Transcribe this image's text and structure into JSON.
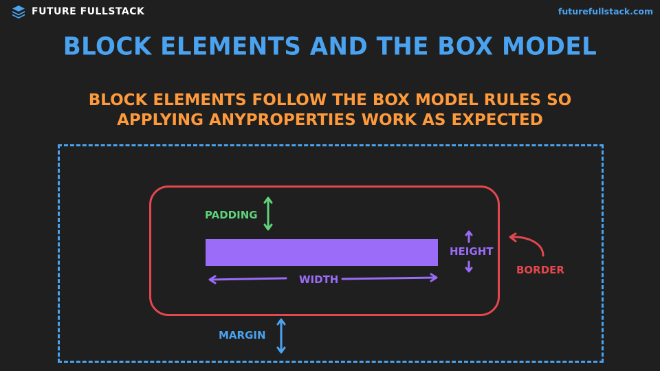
{
  "brand": {
    "name": "FUTURE FULLSTACK",
    "url": "futurefullstack.com"
  },
  "slide": {
    "title": "BLOCK ELEMENTS AND THE BOX MODEL",
    "subtitle_line1": "BLOCK ELEMENTS FOLLOW THE BOX MODEL RULES SO",
    "subtitle_line2": "APPLYING ANYPROPERTIES WORK AS EXPECTED"
  },
  "diagram": {
    "padding_label": "PADDING",
    "width_label": "WIDTH",
    "height_label": "HEIGHT",
    "border_label": "BORDER",
    "margin_label": "MARGIN"
  },
  "colors": {
    "background": "#1f1f1f",
    "title": "#4aa3f0",
    "subtitle": "#ff9a3c",
    "margin": "#4aa3f0",
    "border": "#e5474e",
    "content": "#9a6cf7",
    "padding": "#5fd37a"
  }
}
